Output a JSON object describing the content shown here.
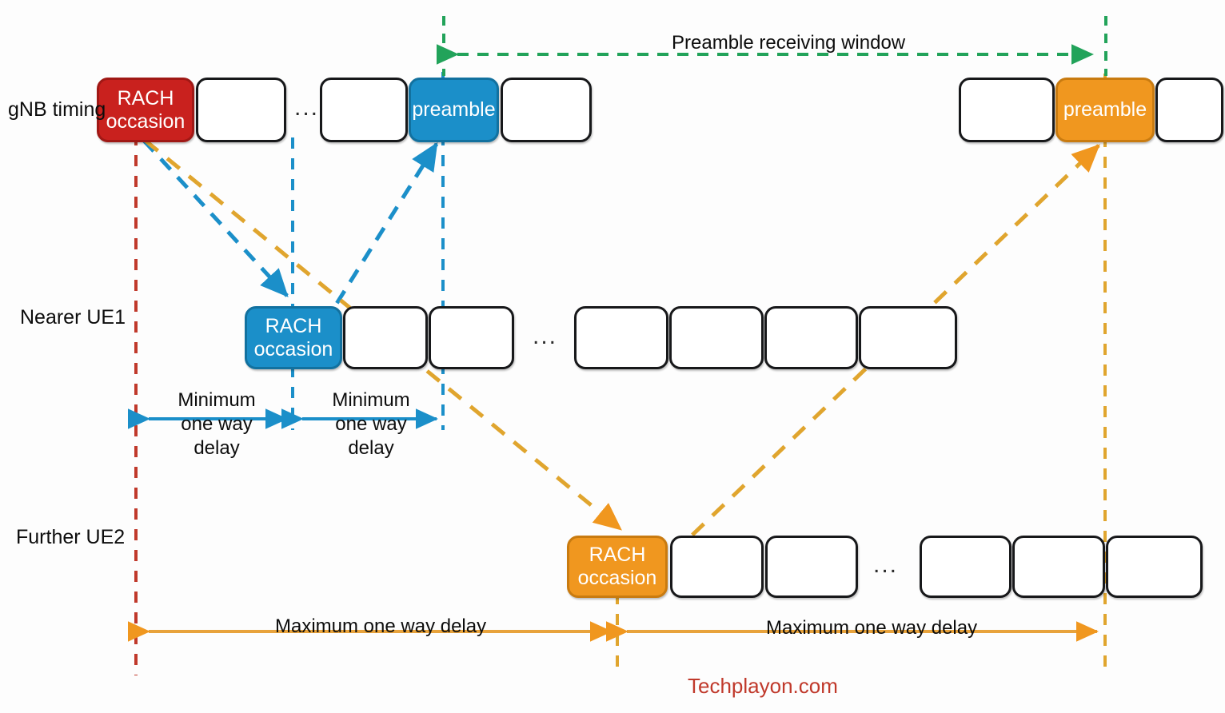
{
  "diagram": {
    "title": "RACH occasion timing and preamble receiving window",
    "watermark": "Techplayon.com",
    "colors": {
      "gnb_rach": "#c9211e",
      "gnb_rach_border": "#a01815",
      "ue1_rach": "#1b8fc9",
      "ue1_rach_border": "#12719f",
      "ue2_rach": "#f0971f",
      "ue2_rach_border": "#c97b10",
      "preamble_blue": "#1b8fc9",
      "preamble_orange": "#f0971f",
      "window_green": "#22a35a",
      "red_dash": "#c0392b",
      "blue_dash": "#1b8fc9",
      "orange_dash": "#e0a52e",
      "box_border": "#17181a",
      "box_fill": "#ffffff",
      "text": "#0d0d0d",
      "watermark": "#c0392b"
    }
  },
  "rows": {
    "gnb": {
      "label": "gNB timing",
      "ellipsis": "...",
      "slots": [
        {
          "name": "gnb-rach-occasion",
          "text_top": "RACH",
          "text_bottom": "occasion",
          "fill": "rach-red"
        },
        {
          "name": "gnb-slot-2",
          "text_top": "",
          "text_bottom": "",
          "fill": "empty"
        },
        {
          "name": "gnb-slot-3",
          "text_top": "",
          "text_bottom": "",
          "fill": "empty"
        },
        {
          "name": "gnb-preamble-blue",
          "text_top": "preamble",
          "text_bottom": "",
          "fill": "preamble-blue"
        },
        {
          "name": "gnb-slot-5",
          "text_top": "",
          "text_bottom": "",
          "fill": "empty"
        },
        {
          "name": "gnb-slot-6",
          "text_top": "",
          "text_bottom": "",
          "fill": "empty"
        },
        {
          "name": "gnb-preamble-orange",
          "text_top": "preamble",
          "text_bottom": "",
          "fill": "preamble-orange"
        },
        {
          "name": "gnb-slot-8",
          "text_top": "",
          "text_bottom": "",
          "fill": "empty"
        }
      ]
    },
    "ue1": {
      "label": "Nearer UE1",
      "ellipsis": "...",
      "slots": [
        {
          "name": "ue1-rach-occasion",
          "text_top": "RACH",
          "text_bottom": "occasion",
          "fill": "rach-blue"
        },
        {
          "name": "ue1-slot-2",
          "text_top": "",
          "text_bottom": "",
          "fill": "empty"
        },
        {
          "name": "ue1-slot-3",
          "text_top": "",
          "text_bottom": "",
          "fill": "empty"
        },
        {
          "name": "ue1-slot-4",
          "text_top": "",
          "text_bottom": "",
          "fill": "empty"
        },
        {
          "name": "ue1-slot-5",
          "text_top": "",
          "text_bottom": "",
          "fill": "empty"
        },
        {
          "name": "ue1-slot-6",
          "text_top": "",
          "text_bottom": "",
          "fill": "empty"
        },
        {
          "name": "ue1-slot-7",
          "text_top": "",
          "text_bottom": "",
          "fill": "empty"
        }
      ]
    },
    "ue2": {
      "label": "Further UE2",
      "ellipsis": "...",
      "slots": [
        {
          "name": "ue2-rach-occasion",
          "text_top": "RACH",
          "text_bottom": "occasion",
          "fill": "rach-orange"
        },
        {
          "name": "ue2-slot-2",
          "text_top": "",
          "text_bottom": "",
          "fill": "empty"
        },
        {
          "name": "ue2-slot-3",
          "text_top": "",
          "text_bottom": "",
          "fill": "empty"
        },
        {
          "name": "ue2-slot-4",
          "text_top": "",
          "text_bottom": "",
          "fill": "empty"
        },
        {
          "name": "ue2-slot-5",
          "text_top": "",
          "text_bottom": "",
          "fill": "empty"
        },
        {
          "name": "ue2-slot-6",
          "text_top": "",
          "text_bottom": "",
          "fill": "empty"
        }
      ]
    }
  },
  "annotations": {
    "preamble_window": "Preamble receiving window",
    "min_delay_left_l1": "Minimum",
    "min_delay_left_l2": "one way",
    "min_delay_left_l3": "delay",
    "min_delay_right_l1": "Minimum",
    "min_delay_right_l2": "one way",
    "min_delay_right_l3": "delay",
    "max_delay_left": "Maximum one way delay",
    "max_delay_right": "Maximum one way delay"
  }
}
